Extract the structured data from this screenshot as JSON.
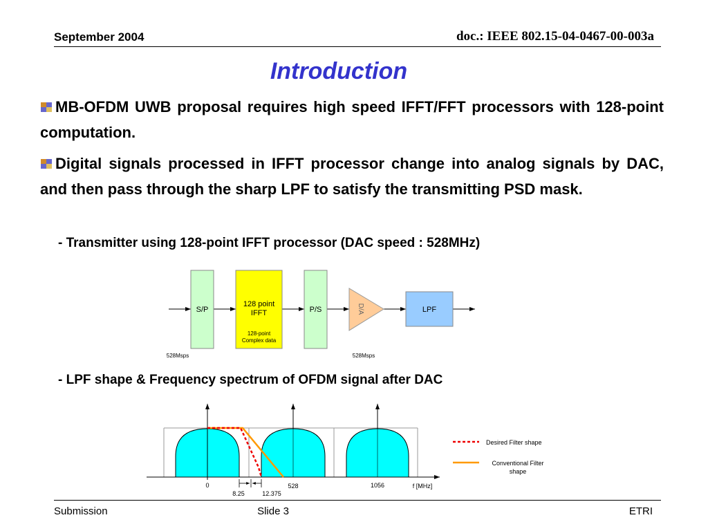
{
  "header": {
    "date": "September 2004",
    "doc_id": "doc.: IEEE 802.15-04-0467-00-003a"
  },
  "slide": {
    "title": "Introduction",
    "bullets": [
      "MB-OFDM UWB proposal requires high speed IFFT/FFT processors with 128-point computation.",
      "Digital signals processed in IFFT processor change into analog signals by DAC, and then pass through the sharp LPF to satisfy the transmitting PSD mask."
    ],
    "sub_heading_1": "- Transmitter using 128-point IFFT processor (DAC speed : 528MHz)",
    "sub_heading_2": "- LPF shape & Frequency spectrum  of OFDM signal after DAC"
  },
  "block_diagram": {
    "sp": "S/P",
    "ifft_line1": "128 point",
    "ifft_line2": "IFFT",
    "ifft_sub1": "128-point",
    "ifft_sub2": "Complex data",
    "ps": "P/S",
    "da": "D/A",
    "lpf": "LPF",
    "rate_left": "528Msps",
    "rate_right": "528Msps",
    "colors": {
      "sp_ps": "#ccffcc",
      "ifft": "#ffff00",
      "da": "#ffcc99",
      "lpf": "#99ccff"
    }
  },
  "spectrum": {
    "tick_0": "0",
    "tick_528": "528",
    "tick_1056": "1056",
    "axis_unit": "f [MHz]",
    "dim_left": "8.25",
    "dim_right": "12.375",
    "legend_desired": "Desired Filter shape",
    "legend_conv_1": "Conventional Filter",
    "legend_conv_2": "shape",
    "colors": {
      "lobe": "#00ffff",
      "desired": "#ee0000",
      "conventional": "#ff9900"
    }
  },
  "footer": {
    "left": "Submission",
    "center": "Slide 3",
    "right": "ETRI"
  }
}
